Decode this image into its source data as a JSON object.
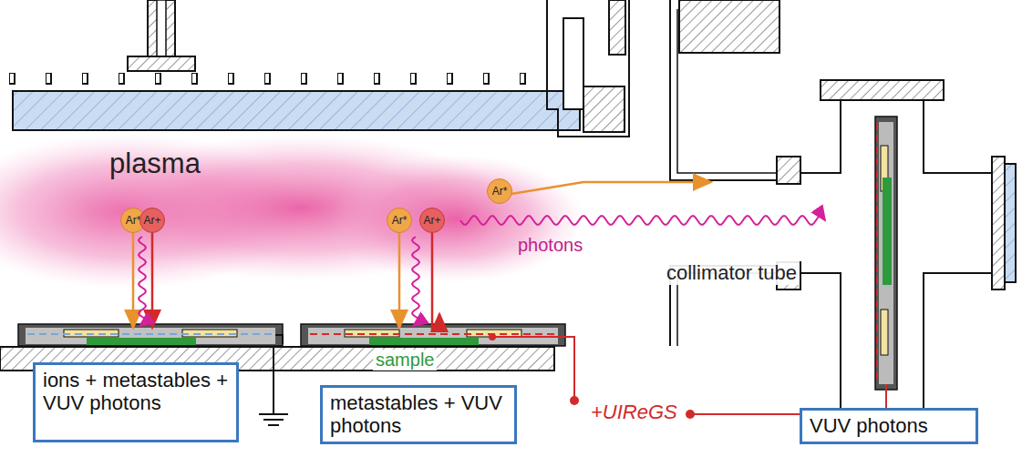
{
  "diagram": {
    "nodes": [
      {
        "text": [
          "Ar*"
        ]
      },
      {
        "text": [
          "Ar+"
        ]
      },
      {
        "text": [
          "Ar*"
        ]
      },
      {
        "text": [
          "Ar+"
        ]
      },
      {
        "text": [
          "Ar*"
        ]
      },
      {
        "text": [
          "ions + metastables + VUV photons"
        ]
      },
      {
        "text": [
          "metastables + VUV photons"
        ]
      },
      {
        "text": [
          "VUV photons"
        ]
      }
    ],
    "labels": [
      "plasma",
      "photons",
      "collimator tube",
      "sample",
      "+UIReGS"
    ]
  }
}
